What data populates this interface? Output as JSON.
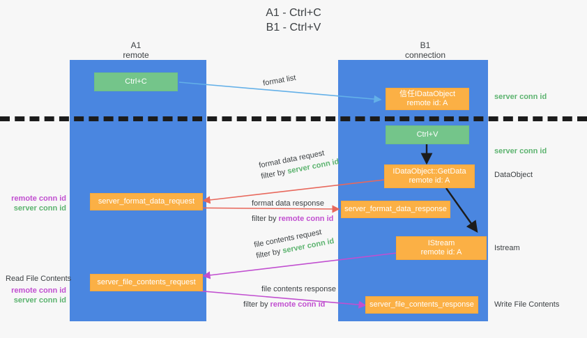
{
  "title": {
    "line1": "A1 - Ctrl+C",
    "line2": "B1 - Ctrl+V"
  },
  "columns": [
    {
      "name": "A1",
      "sub": "remote"
    },
    {
      "name": "B1",
      "sub": "connection"
    }
  ],
  "colors": {
    "lane": "#4a86e0",
    "green_node": "#74c58a",
    "orange_node": "#fbb045",
    "green_text": "#5cb36f",
    "magenta_text": "#c14fd0",
    "blue_arrow": "#63b0e8",
    "red_arrow": "#e8685c",
    "magenta_arrow": "#c14fd0",
    "dark_arrow": "#1c1c1c",
    "background": "#f7f7f7"
  },
  "nodes": {
    "ctrl_c": {
      "label": "Ctrl+C"
    },
    "ctrl_v": {
      "label": "Ctrl+V"
    },
    "idataobject": {
      "line1": "信任IDataObject",
      "line2": "remote id: A"
    },
    "getdata": {
      "line1": "IDataObject::GetData",
      "line2": "remote id: A"
    },
    "istream": {
      "line1": "IStream",
      "line2": "remote id: A"
    },
    "server_format_data_request": {
      "label": "server_format_data_request"
    },
    "server_format_data_response": {
      "label": "server_format_data_response"
    },
    "server_file_contents_request": {
      "label": "server_file_contents_request"
    },
    "server_file_contents_response": {
      "label": "server_file_contents_response"
    }
  },
  "edge_labels": {
    "format_list": "format list",
    "format_data_request": {
      "line1": "format data request",
      "prefix": "filter by ",
      "key": "server conn id"
    },
    "format_data_response": {
      "line1": "format data response",
      "prefix": "filter by ",
      "key": "remote conn id"
    },
    "file_contents_request": {
      "line1": "file contents request",
      "prefix": "filter by ",
      "key": "server conn id"
    },
    "file_contents_response": {
      "line1": "file contents response",
      "prefix": "filter by ",
      "key": "remote conn id"
    }
  },
  "annotations": {
    "right_server_conn_top": "server conn id",
    "right_server_conn_mid": "server conn id",
    "right_dataobject": "DataObject",
    "right_istream": "Istream",
    "right_write_file_contents": "Write File Contents",
    "left_group_1": {
      "remote": "remote conn id",
      "server": "server conn id"
    },
    "left_read_file_contents": "Read File Contents",
    "left_group_2": {
      "remote": "remote conn id",
      "server": "server conn id"
    }
  }
}
